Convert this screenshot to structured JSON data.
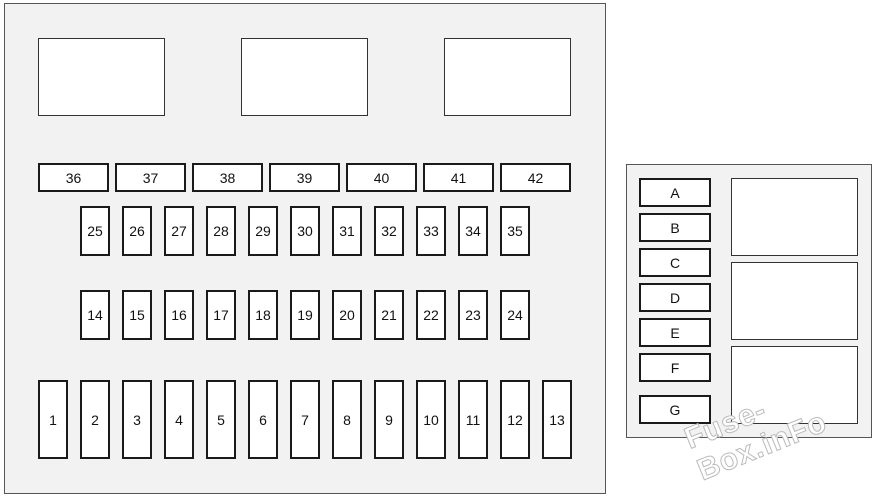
{
  "main_box": {
    "horizontal_fuses": [
      "36",
      "37",
      "38",
      "39",
      "40",
      "41",
      "42"
    ],
    "upper_fuses": [
      "25",
      "26",
      "27",
      "28",
      "29",
      "30",
      "31",
      "32",
      "33",
      "34",
      "35"
    ],
    "middle_fuses": [
      "14",
      "15",
      "16",
      "17",
      "18",
      "19",
      "20",
      "21",
      "22",
      "23",
      "24"
    ],
    "bottom_fuses": [
      "1",
      "2",
      "3",
      "4",
      "5",
      "6",
      "7",
      "8",
      "9",
      "10",
      "11",
      "12",
      "13"
    ],
    "relay_count": 3
  },
  "side_box": {
    "fuses": [
      "A",
      "B",
      "C",
      "D",
      "E",
      "F",
      "G"
    ],
    "relay_count": 3
  },
  "watermark": "Fuse-Box.inFo"
}
